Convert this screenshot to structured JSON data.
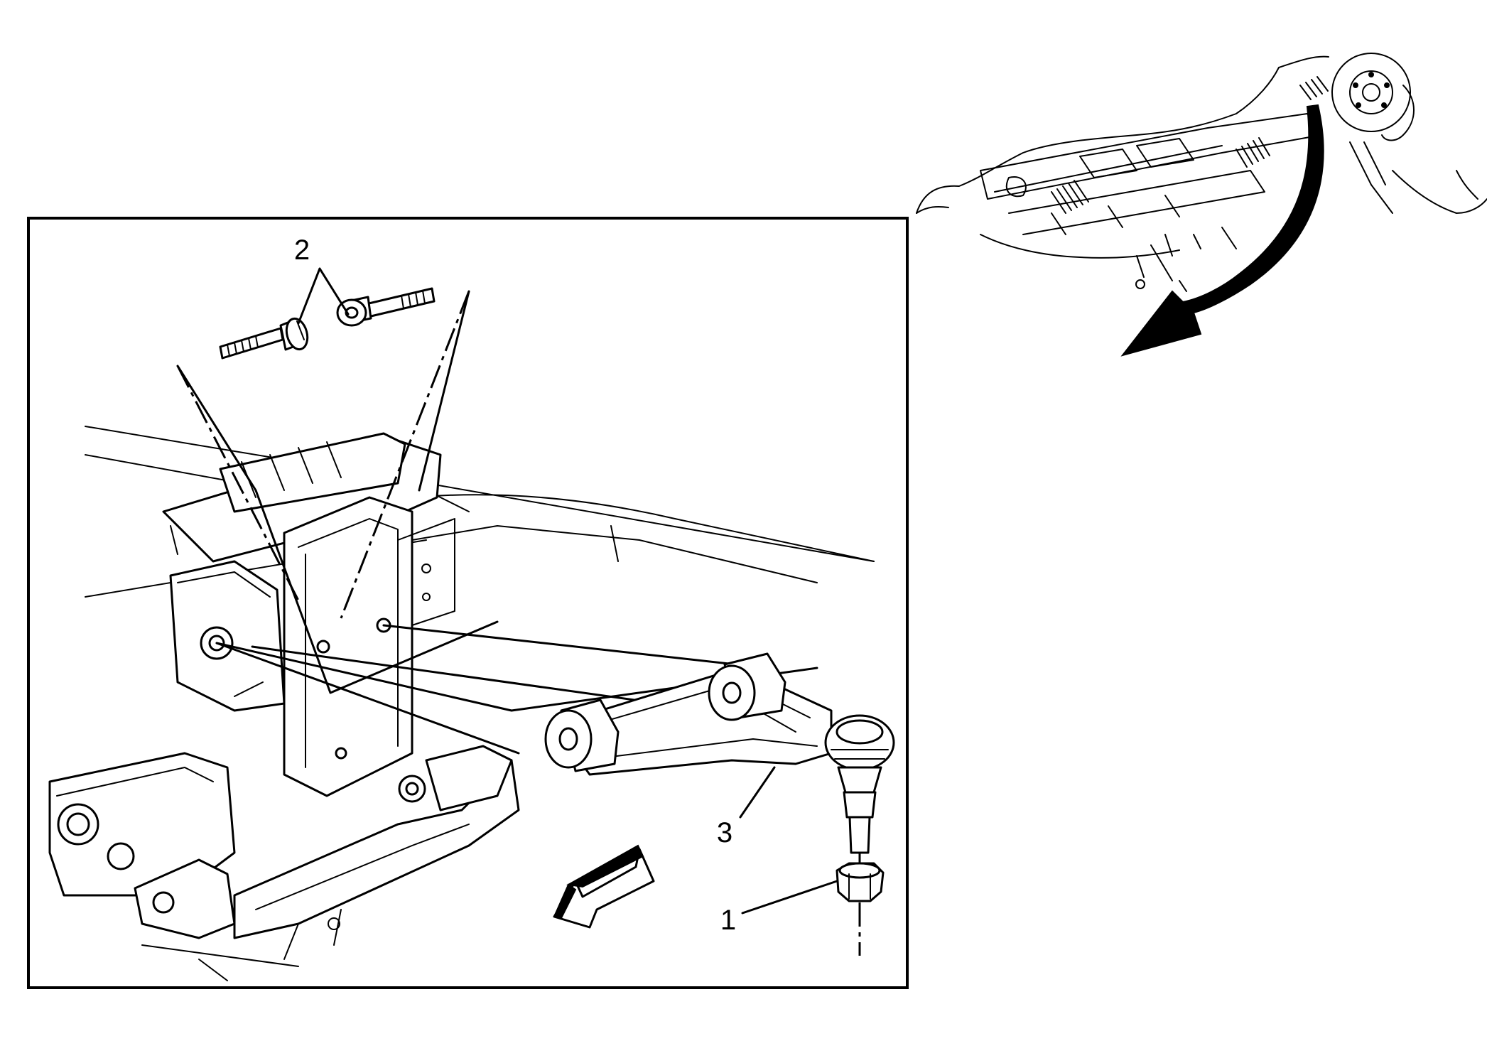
{
  "figure": {
    "callouts": [
      {
        "id": "nut",
        "label": "1"
      },
      {
        "id": "bolts",
        "label": "2"
      },
      {
        "id": "upper-control-arm",
        "label": "3"
      }
    ]
  }
}
